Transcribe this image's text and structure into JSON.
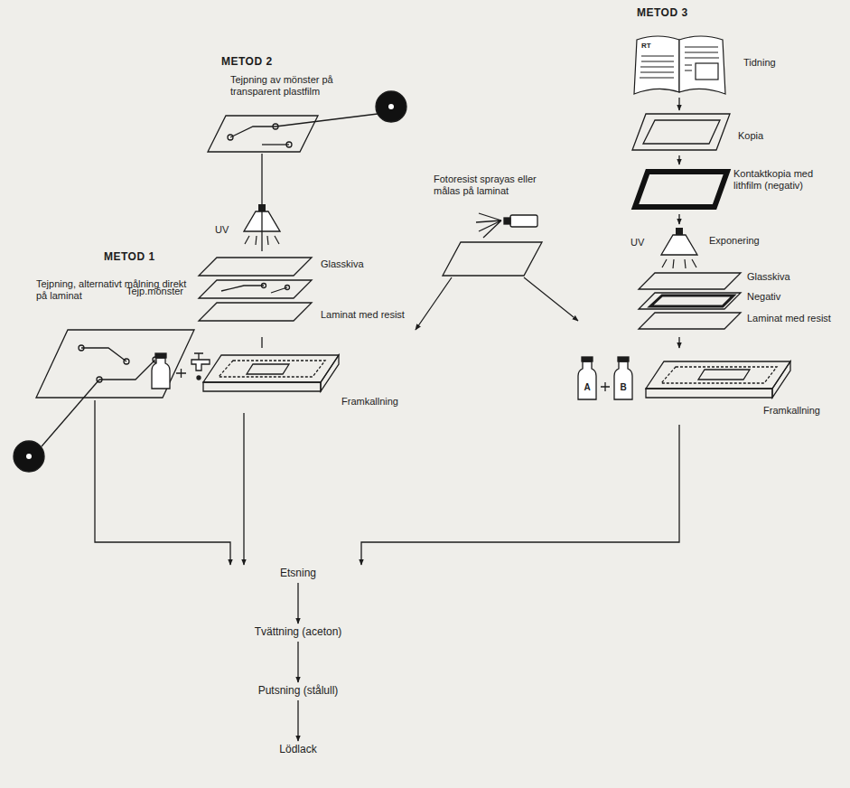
{
  "diagram": {
    "nodes": [
      {
        "text": [
          "METOD 1",
          "Tejpning, alternativt målning direkt på laminat"
        ]
      },
      {
        "text": [
          "METOD 2",
          "Tejpning av mönster på transparent plastfilm"
        ]
      },
      {
        "text": [
          "Glasskiva",
          "Tejp.mönster",
          "Laminat med resist"
        ]
      },
      {
        "text": [
          "Fotoresist sprayas eller målas på laminat"
        ]
      },
      {
        "text": [
          "Framkallning"
        ]
      },
      {
        "text": [
          "METOD 3",
          "Tidning"
        ]
      },
      {
        "text": [
          "Kopia"
        ]
      },
      {
        "text": [
          "Kontaktkopia med lithfilm (negativ)"
        ]
      },
      {
        "text": [
          "Exponering",
          "Glasskiva",
          "Negativ",
          "Laminat med resist"
        ]
      },
      {
        "text": [
          "Framkallning"
        ]
      },
      {
        "text": [
          "Etsning"
        ]
      },
      {
        "text": [
          "Tvättning (aceton)"
        ]
      },
      {
        "text": [
          "Putsning (stålull)"
        ]
      },
      {
        "text": [
          "Lödlack"
        ]
      }
    ],
    "edges": [
      {
        "from": 0,
        "to": 10,
        "arrow": "to"
      },
      {
        "from": 1,
        "to": 2,
        "arrow": "none"
      },
      {
        "from": 2,
        "to": 4,
        "arrow": "none"
      },
      {
        "from": 4,
        "to": 10,
        "arrow": "to"
      },
      {
        "from": 3,
        "to": 2,
        "arrow": "to"
      },
      {
        "from": 3,
        "to": 8,
        "arrow": "to"
      },
      {
        "from": 5,
        "to": 6,
        "arrow": "to"
      },
      {
        "from": 6,
        "to": 7,
        "arrow": "to"
      },
      {
        "from": 7,
        "to": 8,
        "arrow": "to"
      },
      {
        "from": 8,
        "to": 9,
        "arrow": "to"
      },
      {
        "from": 9,
        "to": 10,
        "arrow": "to"
      },
      {
        "from": 10,
        "to": 11,
        "arrow": "to"
      },
      {
        "from": 11,
        "to": 12,
        "arrow": "to"
      },
      {
        "from": 12,
        "to": 13,
        "arrow": "to"
      }
    ],
    "labels": [
      "RT",
      "UV",
      "UV",
      "A",
      "B"
    ]
  }
}
